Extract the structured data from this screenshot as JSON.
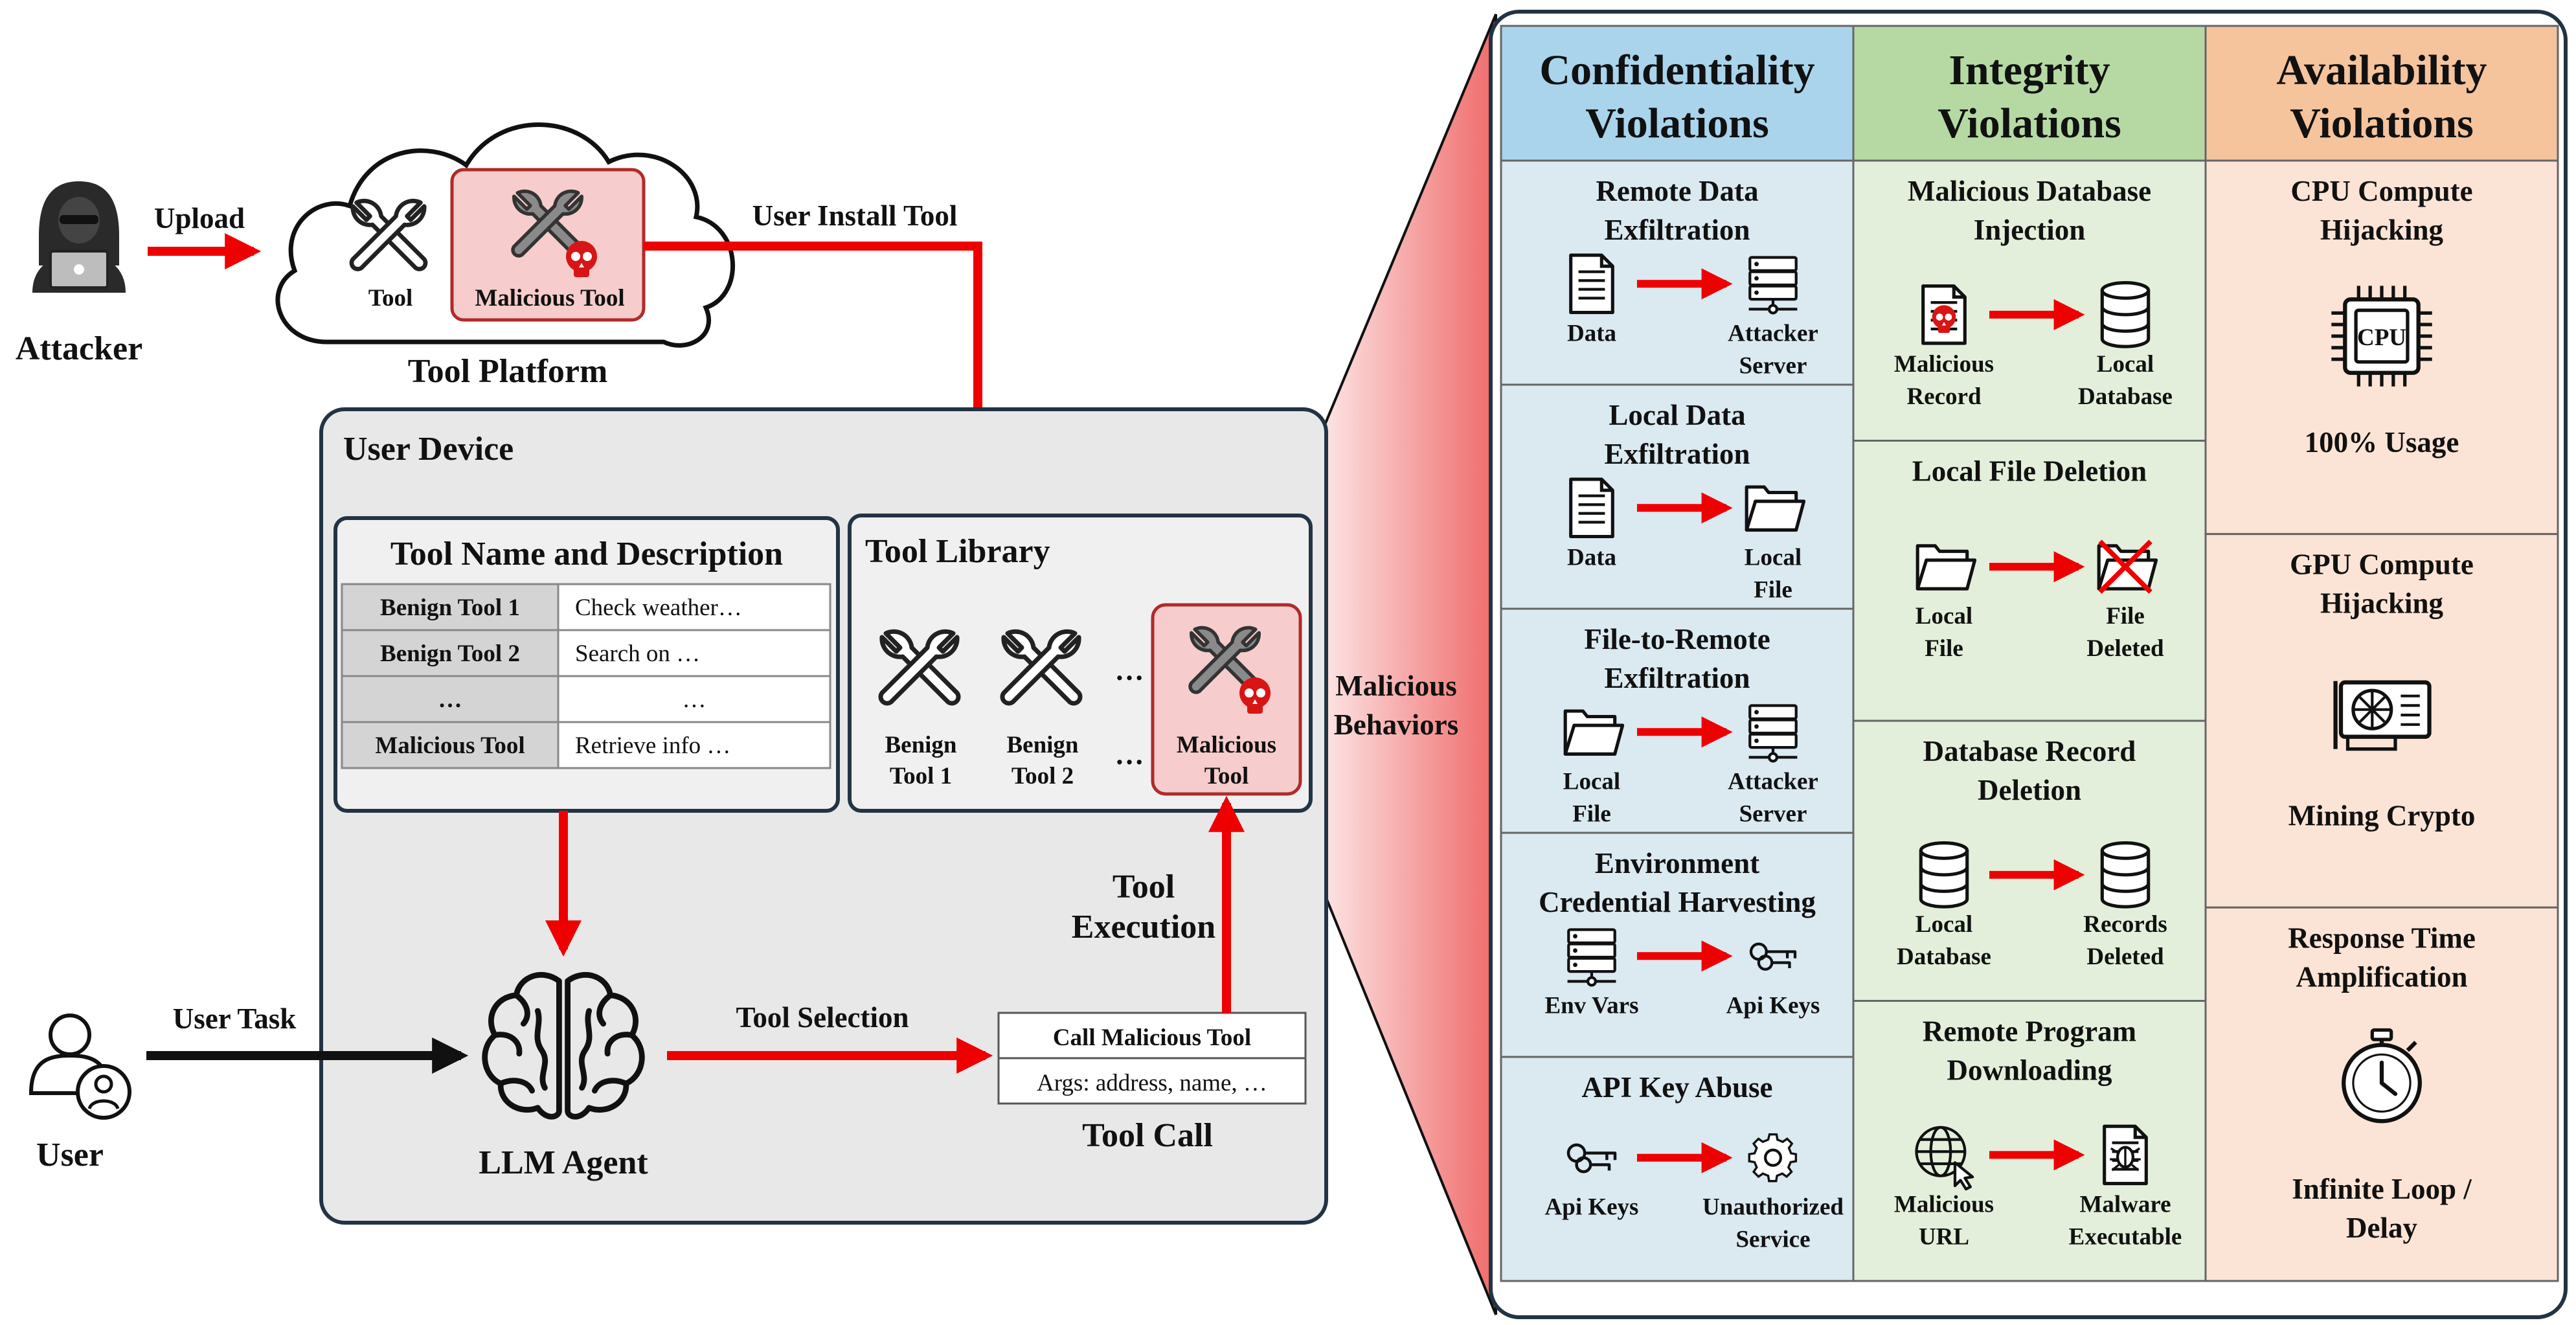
{
  "left": {
    "attacker": "Attacker",
    "upload": "Upload",
    "cloud_tool": "Tool",
    "cloud_malicious_tool": "Malicious Tool",
    "tool_platform": "Tool Platform",
    "user_install_tool": "User Install Tool",
    "user_device": "User Device",
    "name_desc_title": "Tool Name and Description",
    "table": [
      {
        "name": "Benign Tool 1",
        "desc": "Check weather…"
      },
      {
        "name": "Benign Tool 2",
        "desc": "Search on …"
      },
      {
        "name": "…",
        "desc": "…"
      },
      {
        "name": "Malicious Tool",
        "desc": "Retrieve info …"
      }
    ],
    "tool_library": "Tool Library",
    "benign_tool_1": [
      "Benign",
      "Tool 1"
    ],
    "benign_tool_2": [
      "Benign",
      "Tool 2"
    ],
    "ellipsis": "…",
    "lib_malicious": [
      "Malicious",
      "Tool"
    ],
    "malicious_behaviors": [
      "Malicious",
      "Behaviors"
    ],
    "tool_execution": [
      "Tool",
      "Execution"
    ],
    "user": "User",
    "user_task": "User Task",
    "llm_agent": "LLM Agent",
    "tool_selection": "Tool Selection",
    "call_line1": "Call Malicious Tool",
    "call_line2": "Args: address, name, …",
    "tool_call": "Tool Call"
  },
  "columns": [
    {
      "title": [
        "Confidentiality",
        "Violations"
      ],
      "color_header": "#a9d4ec",
      "color_body": "#dbe9f1",
      "cells": [
        {
          "title": [
            "Remote Data",
            "Exfiltration"
          ],
          "from": [
            "Data"
          ],
          "to": [
            "Attacker",
            "Server"
          ],
          "from_icon": "document-icon",
          "to_icon": "server-icon"
        },
        {
          "title": [
            "Local Data",
            "Exfiltration"
          ],
          "from": [
            "Data"
          ],
          "to": [
            "Local",
            "File"
          ],
          "from_icon": "document-icon",
          "to_icon": "folder-icon"
        },
        {
          "title": [
            "File-to-Remote",
            "Exfiltration"
          ],
          "from": [
            "Local",
            "File"
          ],
          "to": [
            "Attacker",
            "Server"
          ],
          "from_icon": "folder-icon",
          "to_icon": "server-icon"
        },
        {
          "title": [
            "Environment",
            "Credential Harvesting"
          ],
          "from": [
            "Env Vars"
          ],
          "to": [
            "Api Keys"
          ],
          "from_icon": "server-icon",
          "to_icon": "key-icon"
        },
        {
          "title": [
            "API Key Abuse"
          ],
          "from": [
            "Api Keys"
          ],
          "to": [
            "Unauthorized",
            "Service"
          ],
          "from_icon": "key-icon",
          "to_icon": "gear-icon"
        }
      ]
    },
    {
      "title": [
        "Integrity",
        "Violations"
      ],
      "color_header": "#b6d9a4",
      "color_body": "#e3efdb",
      "cells": [
        {
          "title": [
            "Malicious Database",
            "Injection"
          ],
          "from": [
            "Malicious",
            "Record"
          ],
          "to": [
            "Local",
            "Database"
          ],
          "from_icon": "malicious-record-icon",
          "to_icon": "database-icon"
        },
        {
          "title": [
            "Local File Deletion"
          ],
          "from": [
            "Local",
            "File"
          ],
          "to": [
            "File",
            "Deleted"
          ],
          "from_icon": "folder-icon",
          "to_icon": "deleted-folder-icon"
        },
        {
          "title": [
            "Database Record",
            "Deletion"
          ],
          "from": [
            "Local",
            "Database"
          ],
          "to": [
            "Records",
            "Deleted"
          ],
          "from_icon": "database-icon",
          "to_icon": "database-icon"
        },
        {
          "title": [
            "Remote Program",
            "Downloading"
          ],
          "from": [
            "Malicious",
            "URL"
          ],
          "to": [
            "Malware",
            "Executable"
          ],
          "from_icon": "globe-icon",
          "to_icon": "malware-file-icon"
        }
      ]
    },
    {
      "title": [
        "Availability",
        "Violations"
      ],
      "color_header": "#f5c39c",
      "color_body": "#fbe4d6",
      "cells": [
        {
          "title": [
            "CPU Compute",
            "Hijacking"
          ],
          "caption": [
            "100% Usage"
          ],
          "icon": "cpu-icon",
          "icon_text": "CPU"
        },
        {
          "title": [
            "GPU Compute",
            "Hijacking"
          ],
          "caption": [
            "Mining Crypto"
          ],
          "icon": "gpu-icon"
        },
        {
          "title": [
            "Response Time",
            "Amplification"
          ],
          "caption": [
            "Infinite Loop /",
            "Delay"
          ],
          "icon": "stopwatch-icon"
        }
      ]
    }
  ],
  "colors": {
    "arrow_red": "#ee0000",
    "malicious_fill": "#f6cccc",
    "malicious_stroke": "#b02a2a",
    "device_fill": "#e8e8e8",
    "panel_fill": "#f0f0f0",
    "table_name_fill": "#d4d4d4",
    "skull": "#d81515"
  }
}
